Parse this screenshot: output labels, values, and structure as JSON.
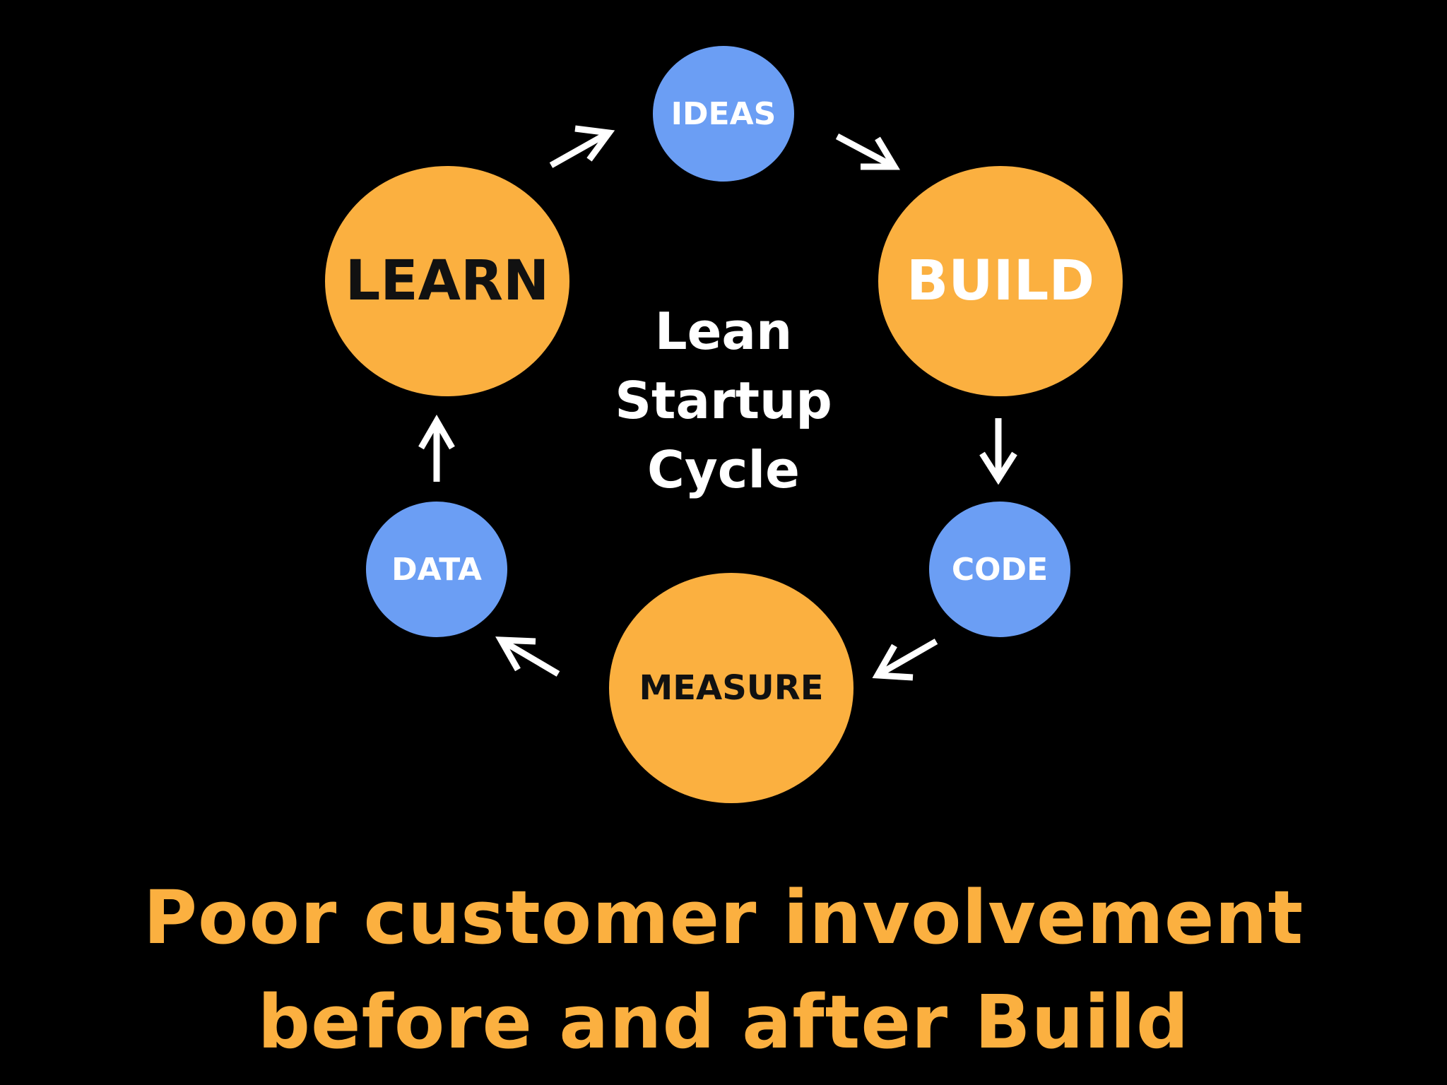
{
  "colors": {
    "background": "#000000",
    "orange": "#FBB040",
    "blue": "#6B9EF4",
    "white": "#FFFFFF",
    "dark_text": "#111111",
    "caption": "#FBB040"
  },
  "diagram": {
    "center_title": [
      "Lean",
      "Startup",
      "Cycle"
    ],
    "nodes": {
      "ideas": "IDEAS",
      "build": "BUILD",
      "code": "CODE",
      "measure": "MEASURE",
      "data": "DATA",
      "learn": "LEARN"
    },
    "cycle_order": [
      "IDEAS",
      "BUILD",
      "CODE",
      "MEASURE",
      "DATA",
      "LEARN"
    ]
  },
  "caption": {
    "line1": "Poor customer involvement",
    "line2": "before and after Build"
  }
}
